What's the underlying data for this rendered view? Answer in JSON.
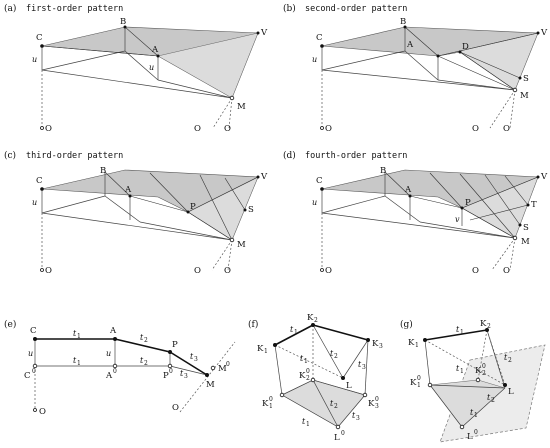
{
  "panels": {
    "a": {
      "tag": "(a)",
      "title": "first-order pattern",
      "labels": [
        "B",
        "C",
        "A",
        "V",
        "u",
        "u",
        "M",
        "O",
        "O",
        "O"
      ]
    },
    "b": {
      "tag": "(b)",
      "title": "second-order pattern",
      "labels": [
        "B",
        "C",
        "A",
        "D",
        "V",
        "u",
        "S",
        "M",
        "O",
        "O",
        "O"
      ]
    },
    "c": {
      "tag": "(c)",
      "title": "third-order pattern",
      "labels": [
        "B",
        "C",
        "A",
        "P",
        "V",
        "u",
        "S",
        "M",
        "O",
        "O",
        "O"
      ]
    },
    "d": {
      "tag": "(d)",
      "title": "fourth-order pattern",
      "labels": [
        "B",
        "C",
        "A",
        "P",
        "V",
        "T",
        "u",
        "v",
        "S",
        "M",
        "O",
        "O",
        "O"
      ]
    },
    "e": {
      "tag": "(e)",
      "labels": {
        "C": "C",
        "A": "A",
        "P": "P",
        "M": "M",
        "C0": "C",
        "A0": "A",
        "P0": "P",
        "M0": "M",
        "O1": "O",
        "O2": "O",
        "u1": "u",
        "u2": "u",
        "t": "t",
        "sup": "0",
        "s1": "1",
        "s2": "2",
        "s3": "3"
      }
    },
    "f": {
      "tag": "(f)",
      "labels": {
        "K": "K",
        "L": "L",
        "t": "t",
        "s1": "1",
        "s2": "2",
        "s3": "3",
        "sup": "0"
      }
    },
    "g": {
      "tag": "(g)",
      "labels": {
        "K": "K",
        "L": "L",
        "t": "t",
        "s1": "1",
        "s2": "2",
        "sup": "0"
      }
    }
  }
}
